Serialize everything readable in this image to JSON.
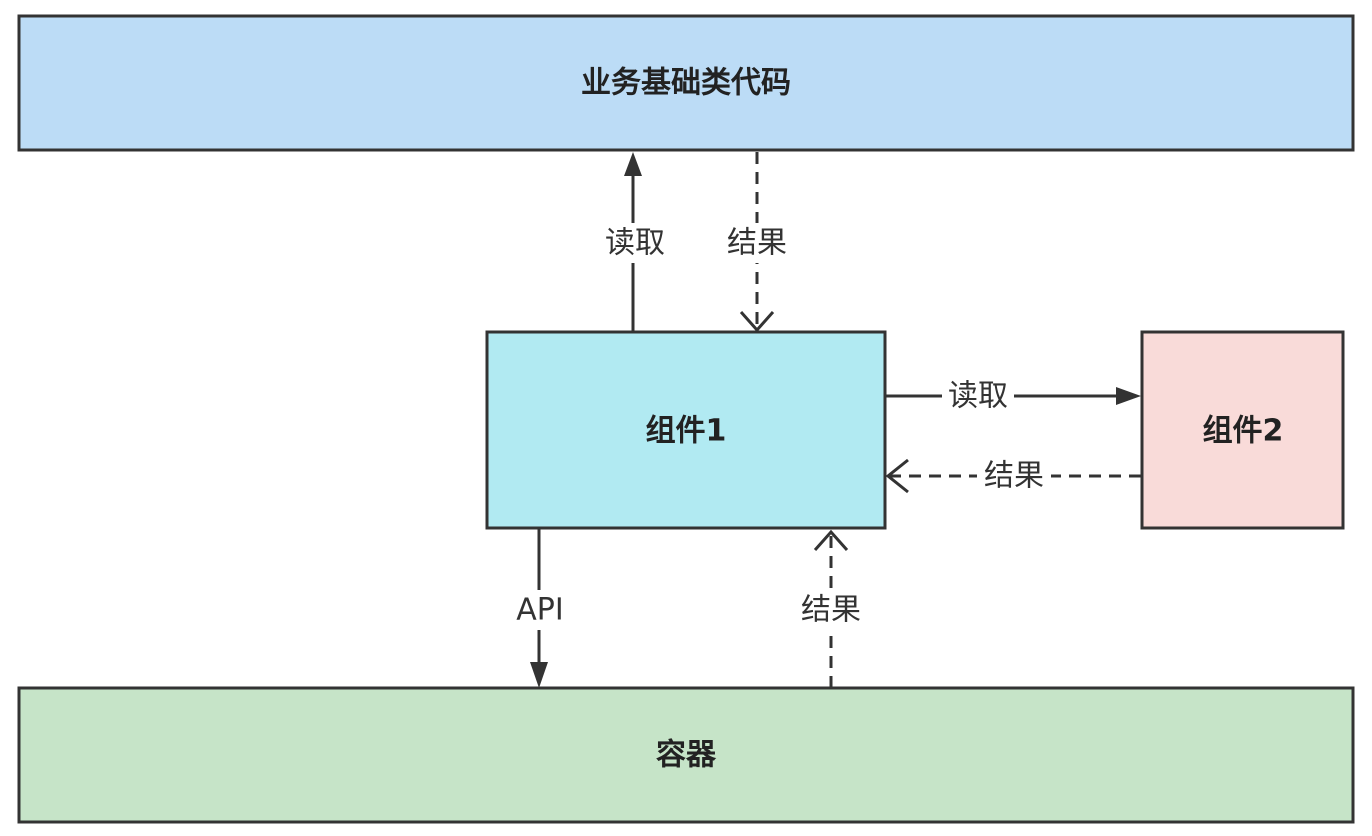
{
  "colors": {
    "business_fill": "#bcdcf6",
    "component1_fill": "#b1eaf2",
    "component2_fill": "#f9dbd9",
    "container_fill": "#c6e4c8",
    "stroke": "#333333",
    "label_bg": "#ffffff"
  },
  "nodes": {
    "business": {
      "label": "业务基础类代码"
    },
    "component1": {
      "label": "组件1"
    },
    "component2": {
      "label": "组件2"
    },
    "container": {
      "label": "容器"
    }
  },
  "edges": {
    "c1_read_business": {
      "label": "读取",
      "style": "solid"
    },
    "business_result_c1": {
      "label": "结果",
      "style": "dashed"
    },
    "c1_read_c2": {
      "label": "读取",
      "style": "solid"
    },
    "c2_result_c1": {
      "label": "结果",
      "style": "dashed"
    },
    "c1_api_container": {
      "label": "API",
      "style": "solid"
    },
    "container_result_c1": {
      "label": "结果",
      "style": "dashed"
    }
  }
}
